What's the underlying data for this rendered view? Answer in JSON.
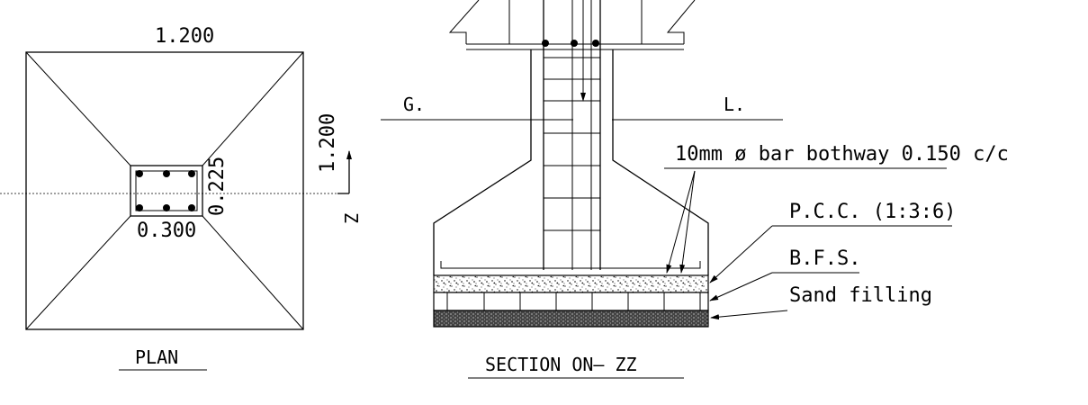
{
  "plan": {
    "top_dim": "1.200",
    "side_dim": "1.200",
    "col_depth": "0.225",
    "col_width": "0.300",
    "section_mark": "Z",
    "title": "PLAN"
  },
  "section": {
    "gl_left": "G.",
    "gl_right": "L.",
    "title": "SECTION ON– ZZ",
    "callouts": {
      "bars": "10mm ø bar bothway 0.150 c/c",
      "pcc": "P.C.C. (1:3:6)",
      "bfs": "B.F.S.",
      "sand": "Sand filling"
    }
  }
}
